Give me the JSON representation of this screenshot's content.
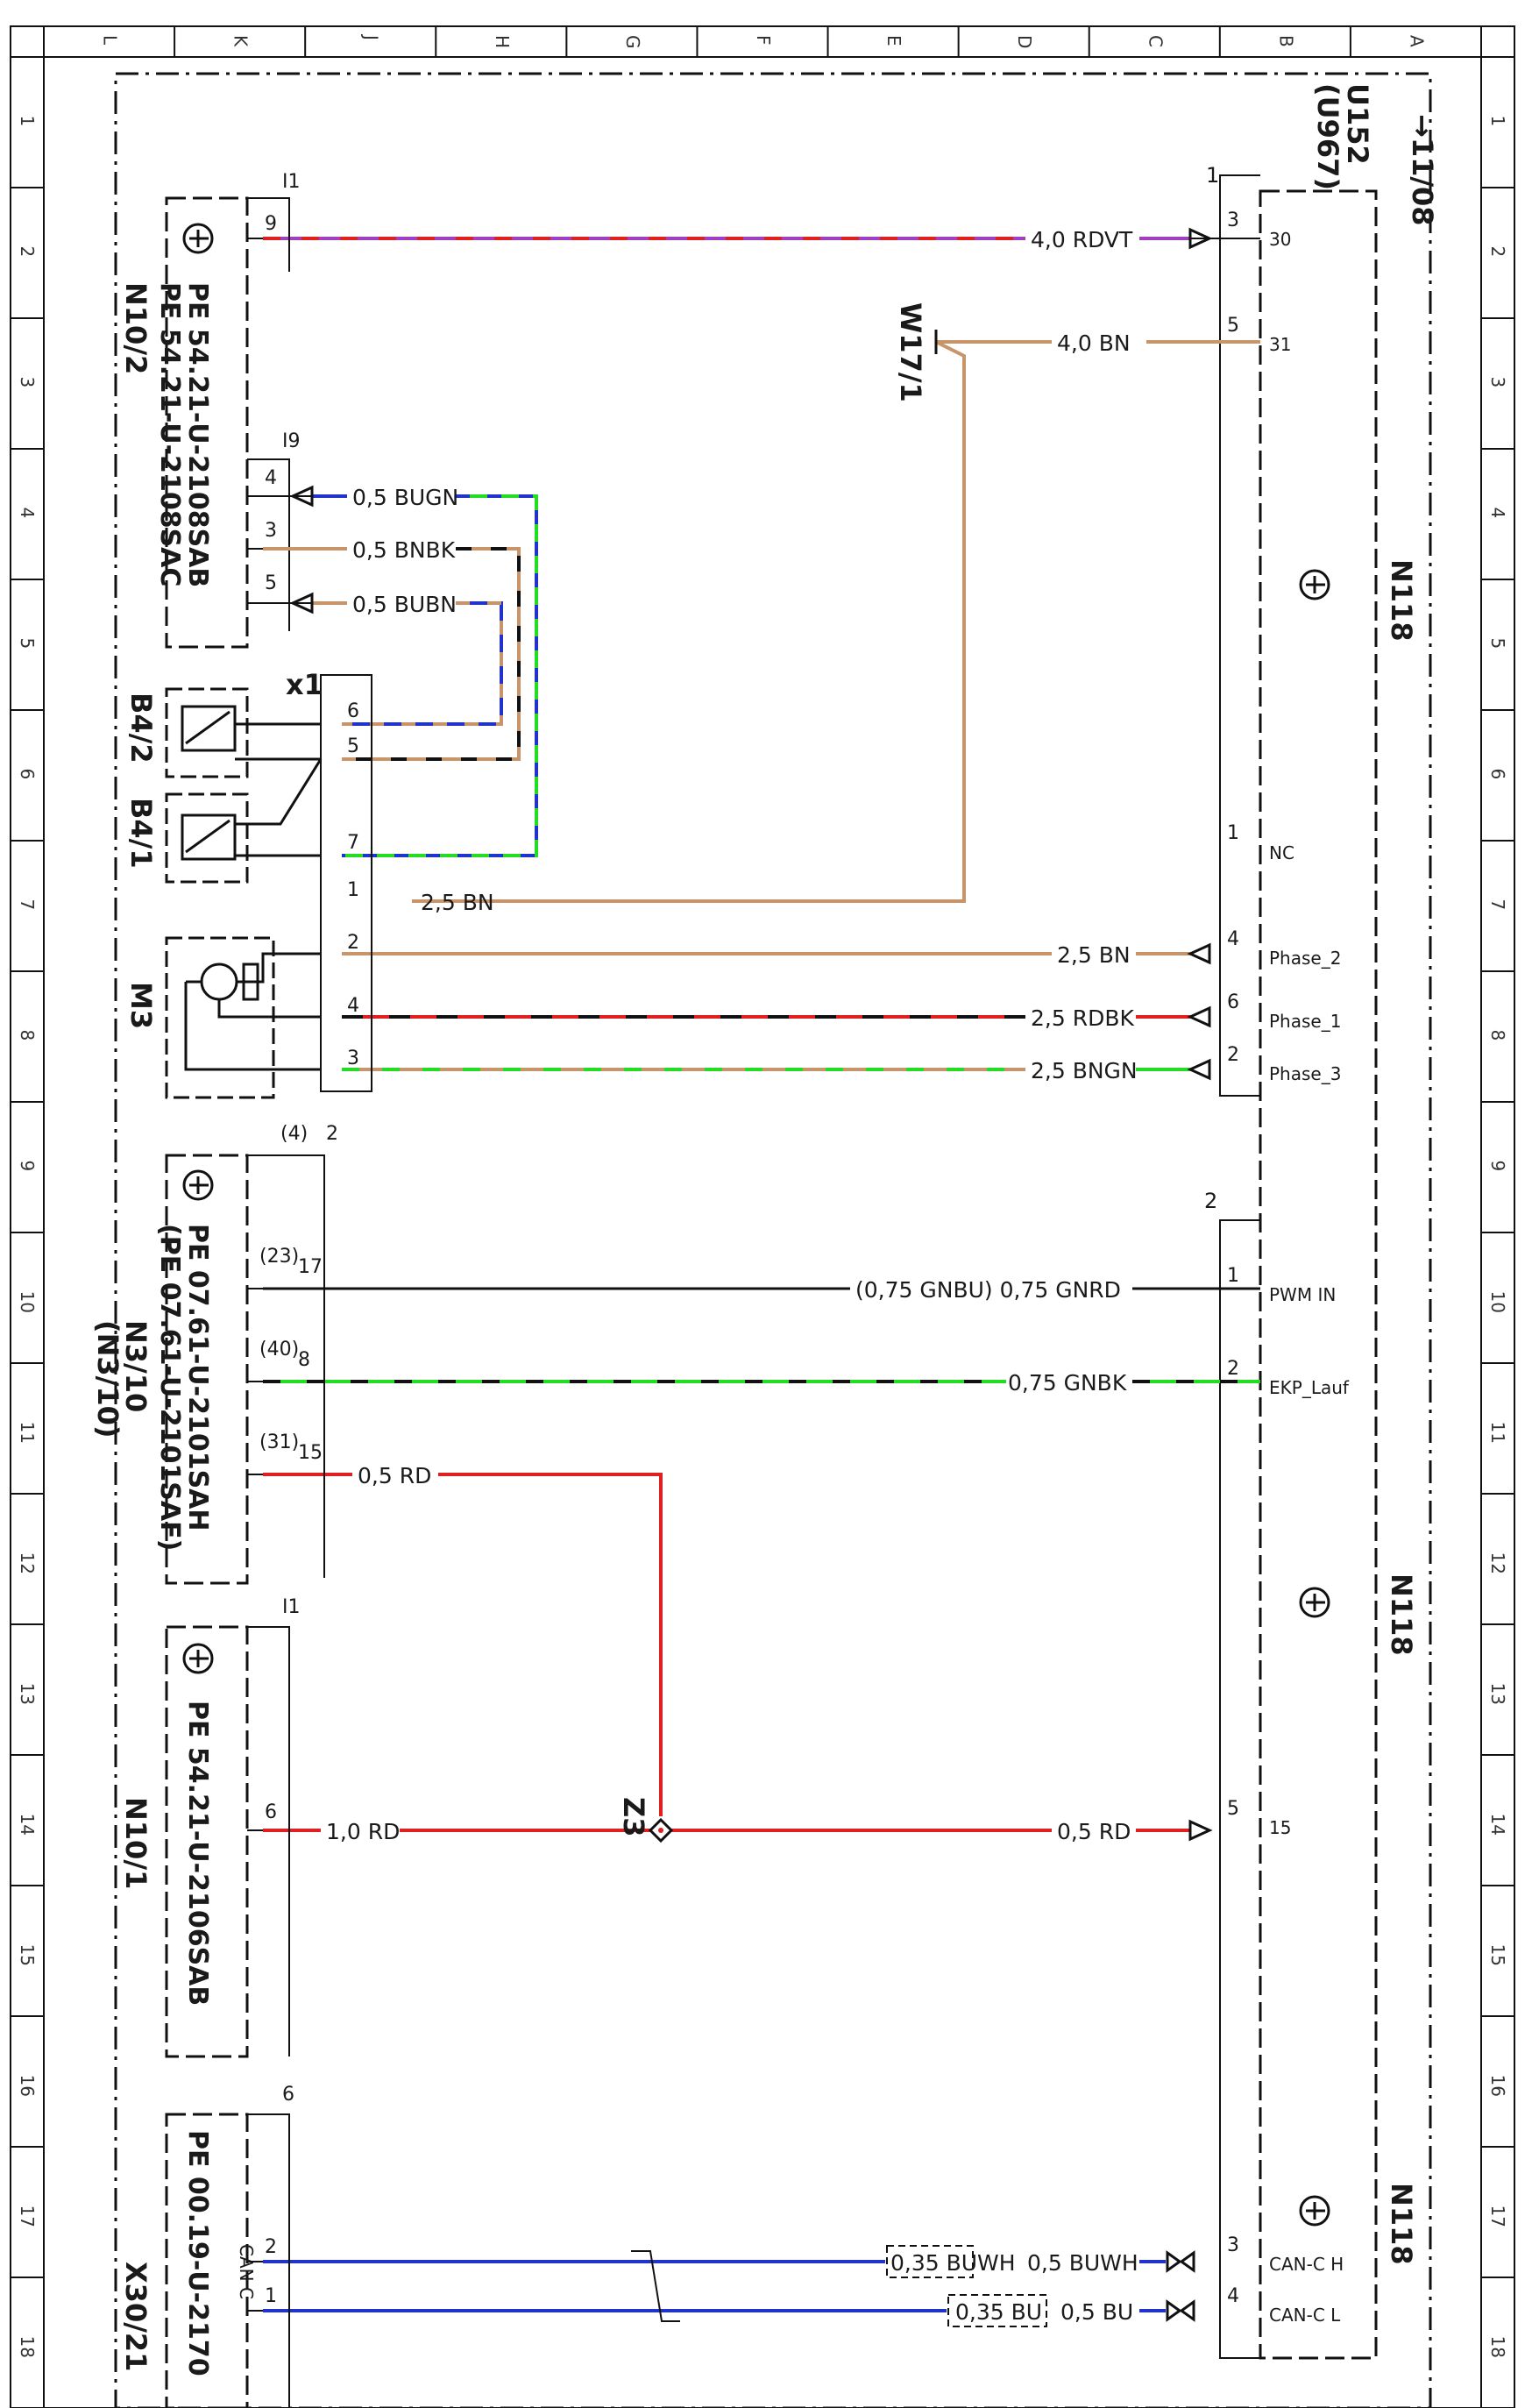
{
  "sheet": {
    "reference": "→11/08",
    "code_line_1": "U152",
    "code_line_2": "(U967)",
    "column_letters": [
      "L",
      "K",
      "J",
      "H",
      "G",
      "F",
      "E",
      "D",
      "C",
      "B",
      "A"
    ],
    "row_numbers": [
      "1",
      "2",
      "3",
      "4",
      "5",
      "6",
      "7",
      "8",
      "9",
      "10",
      "11",
      "12",
      "13",
      "14",
      "15",
      "16",
      "17",
      "18"
    ]
  },
  "components": {
    "n10_2": {
      "name": "N10/2",
      "pe1": "PE 54.21-U-2108SAB",
      "pe2": "PE 54.21-U-2108SAC",
      "conn_top": "I1",
      "conn_mid": "I9",
      "pins": [
        "9",
        "4",
        "3",
        "5"
      ]
    },
    "n3_10": {
      "name": "N3/10",
      "alt_name": "(N3/10)",
      "pe1": "PE 07.61-U-2101SAH",
      "pe2": "(PE 07.61-U-2101SAF)",
      "conn": "2",
      "conn_alt": "(4)",
      "pins": [
        "17",
        "8",
        "15"
      ],
      "pins_alt": [
        "(23)",
        "(40)",
        "(31)"
      ]
    },
    "n10_1": {
      "name": "N10/1",
      "pe1": "PE 54.21-U-2106SAB",
      "conn": "I1",
      "pins": [
        "6"
      ]
    },
    "x30_21": {
      "name": "X30/21",
      "pe1": "PE 00.19-U-2170",
      "conn": "6",
      "bus": "CAN C",
      "pins": [
        "2",
        "1"
      ]
    },
    "b4_2": {
      "name": "B4/2"
    },
    "b4_1": {
      "name": "B4/1"
    },
    "m3": {
      "name": "M3"
    },
    "x1": {
      "name": "x1",
      "pins": [
        "6",
        "5",
        "7",
        "1",
        "2",
        "4",
        "3"
      ]
    },
    "w17_1": {
      "name": "W17/1"
    },
    "z3": {
      "name": "Z3"
    },
    "n118": {
      "name": "N118"
    }
  },
  "n118_connectors": {
    "c1": {
      "label": "1",
      "pins": [
        {
          "num": "3",
          "signal": "30"
        },
        {
          "num": "5",
          "signal": "31"
        },
        {
          "num": "1",
          "signal": "NC"
        },
        {
          "num": "4",
          "signal": "Phase_2"
        },
        {
          "num": "6",
          "signal": "Phase_1"
        },
        {
          "num": "2",
          "signal": "Phase_3"
        }
      ]
    },
    "c2": {
      "label": "2",
      "pins": [
        {
          "num": "1",
          "signal": "PWM IN"
        },
        {
          "num": "2",
          "signal": "EKP_Lauf"
        },
        {
          "num": "5",
          "signal": "15"
        },
        {
          "num": "3",
          "signal": "CAN-C H"
        },
        {
          "num": "4",
          "signal": "CAN-C L"
        }
      ]
    }
  },
  "wires": {
    "rdvt": "4,0 RDVT",
    "bn_w17": "4,0 BN",
    "bugn": "0,5 BUGN",
    "bnbk": "0,5 BNBK",
    "bubn": "0,5 BUBN",
    "bn25a": "2,5 BN",
    "bn25b": "2,5 BN",
    "rdbk": "2,5 RDBK",
    "bngn": "2,5 BNGN",
    "gnrd": "(0,75 GNBU) 0,75 GNRD",
    "gnbk": "0,75 GNBK",
    "rd05a": "0,5 RD",
    "rd10": "1,0 RD",
    "rd05b": "0,5 RD",
    "buwh_box": "0,35 BUWH",
    "buwh": "0,5 BUWH",
    "bu_box": "0,35 BU",
    "bu": "0,5 BU"
  },
  "colors": {
    "violet": "#a040c0",
    "red": "#e02020",
    "brown": "#c8956a",
    "green": "#22dd22",
    "blue": "#2233cc",
    "black": "#111111"
  }
}
